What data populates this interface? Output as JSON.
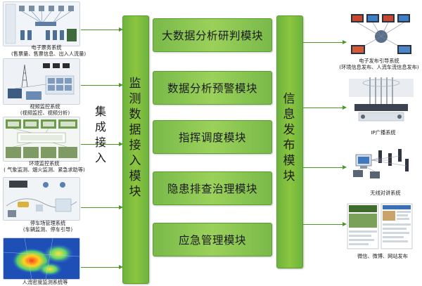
{
  "left_systems": [
    {
      "id": "ticketing",
      "lines": [
        "电子票务系统",
        "(售票量、售票信息、出入人流量)"
      ]
    },
    {
      "id": "video",
      "lines": [
        "视频监控系统",
        "(视频监控、视频分析)"
      ]
    },
    {
      "id": "environment",
      "lines": [
        "环境监控系统",
        "( 气象监测、烟火监测、紧急求助等)"
      ]
    },
    {
      "id": "parking",
      "lines": [
        "停车场管理系统",
        "(车辆监测、停车引导)"
      ]
    },
    {
      "id": "crowd",
      "lines": [
        "人流密度监测系统等"
      ]
    }
  ],
  "integration_label": "集成接入",
  "monitor_bar": "监测数据接入模块",
  "modules": [
    "大数据分析研判模块",
    "数据分析预警模块",
    "指挥调度模块",
    "隐患排查治理模块",
    "应急管理模块"
  ],
  "publish_bar": "信息发布模块",
  "right_systems": [
    {
      "id": "screen",
      "lines": [
        "电子发布引导系统",
        "(环境信息发布、人流车流信息发布)"
      ]
    },
    {
      "id": "ip-broadcast",
      "lines": [
        "IP广播系统"
      ]
    },
    {
      "id": "intercom",
      "lines": [
        "无线对讲系统"
      ]
    },
    {
      "id": "web",
      "lines": [
        "微信、微博、网站发布"
      ]
    }
  ],
  "colors": {
    "green": "#8dc63f",
    "green_dark": "#5a9e2d",
    "connector": "#4a9a25"
  }
}
